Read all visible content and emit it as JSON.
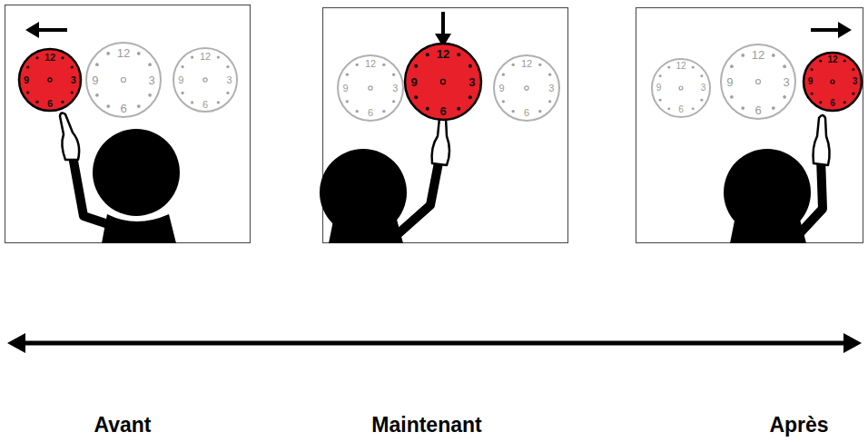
{
  "diagram": {
    "nodes": [
      {
        "text": [
          "12",
          "3",
          "6",
          "9"
        ]
      },
      {
        "text": [
          "12",
          "3",
          "6",
          "9"
        ]
      },
      {
        "text": [
          "12",
          "3",
          "6",
          "9"
        ]
      },
      {
        "text": [
          "12",
          "3",
          "6",
          "9"
        ]
      },
      {
        "text": [
          "12",
          "3",
          "6",
          "9"
        ]
      },
      {
        "text": [
          "12",
          "3",
          "6",
          "9"
        ]
      },
      {
        "text": [
          "12",
          "3",
          "6",
          "9"
        ]
      },
      {
        "text": [
          "12",
          "3",
          "6",
          "9"
        ]
      },
      {
        "text": [
          "12",
          "3",
          "6",
          "9"
        ]
      }
    ],
    "labels": [
      "Avant",
      "Maintenant",
      "Après"
    ]
  }
}
